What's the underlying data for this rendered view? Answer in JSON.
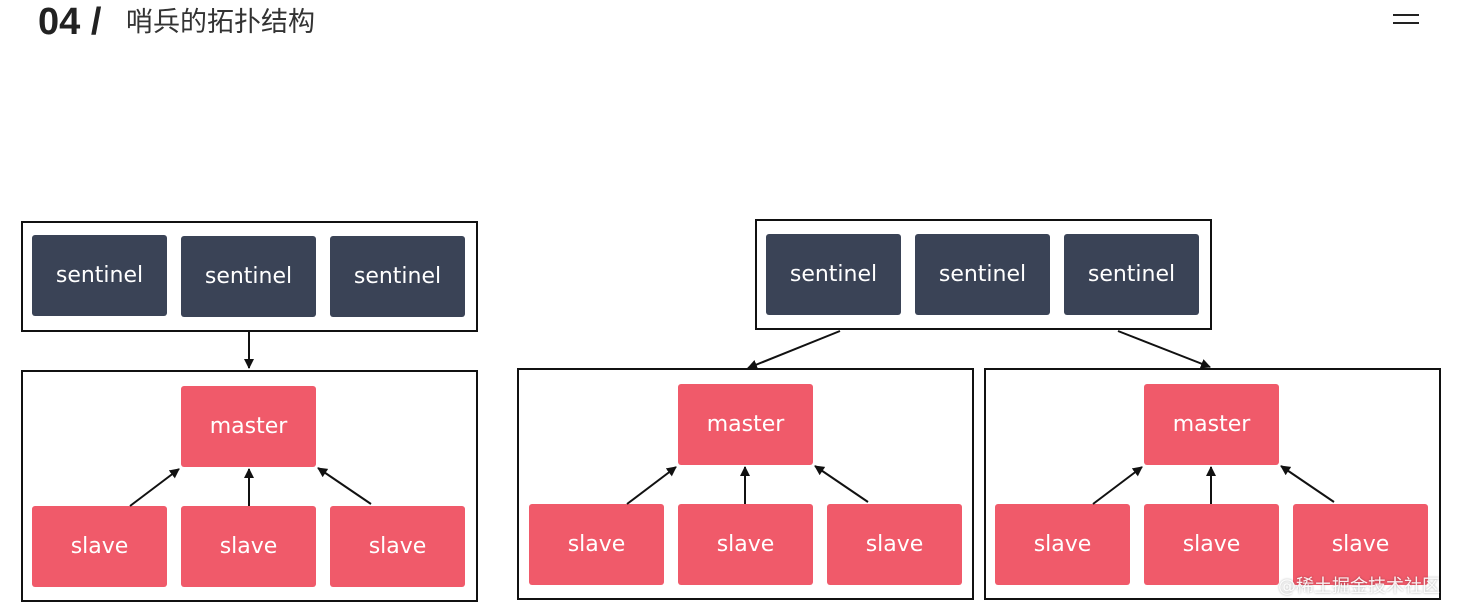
{
  "header": {
    "number": "04 /",
    "title": "哨兵的拓扑结构",
    "menu_icon": "menu-icon"
  },
  "diagram": {
    "left": {
      "sentinels": [
        "sentinel",
        "sentinel",
        "sentinel"
      ],
      "master": "master",
      "slaves": [
        "slave",
        "slave",
        "slave"
      ]
    },
    "right": {
      "sentinels": [
        "sentinel",
        "sentinel",
        "sentinel"
      ],
      "groups": [
        {
          "master": "master",
          "slaves": [
            "slave",
            "slave",
            "slave"
          ]
        },
        {
          "master": "master",
          "slaves": [
            "slave",
            "slave",
            "slave"
          ]
        }
      ]
    }
  },
  "colors": {
    "sentinel": "#3a4356",
    "redis": "#f05a6a",
    "frame": "#111111"
  },
  "watermark": "@稀土掘金技术社区"
}
